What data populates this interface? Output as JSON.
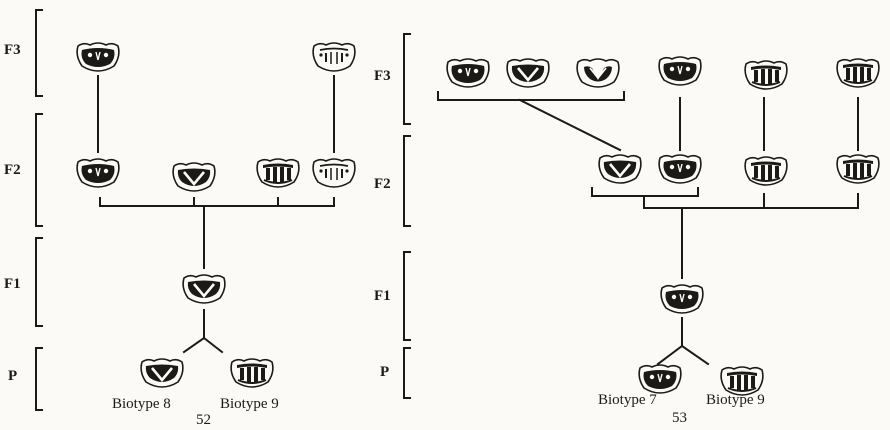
{
  "figures": [
    {
      "number": "52",
      "generations": [
        "F3",
        "F2",
        "F1",
        "P"
      ],
      "parents": [
        "Biotype 8",
        "Biotype 9"
      ],
      "individuals": {
        "f3": [
          "dark-pattern",
          "light-pattern"
        ],
        "f2": [
          "dark-pattern",
          "dark-v-pattern",
          "striped-pattern",
          "light-pattern"
        ],
        "f1": [
          "dark-v-pattern"
        ],
        "p": [
          "dark-v-pattern",
          "striped-pattern"
        ]
      }
    },
    {
      "number": "53",
      "generations": [
        "F3",
        "F2",
        "F1",
        "P"
      ],
      "parents": [
        "Biotype 7",
        "Biotype 9"
      ],
      "individuals": {
        "f3": [
          "dark-pattern",
          "dark-v-pattern",
          "light-v-pattern",
          "dark-pattern",
          "striped-pattern",
          "striped-pattern"
        ],
        "f2": [
          "dark-v-pattern",
          "dark-pattern",
          "striped-pattern",
          "striped-pattern"
        ],
        "f1": [
          "dark-pattern"
        ],
        "p": [
          "dark-pattern",
          "striped-pattern"
        ]
      }
    }
  ],
  "colors": {
    "ink": "#1c1a17",
    "paper": "#fbfaf6"
  }
}
